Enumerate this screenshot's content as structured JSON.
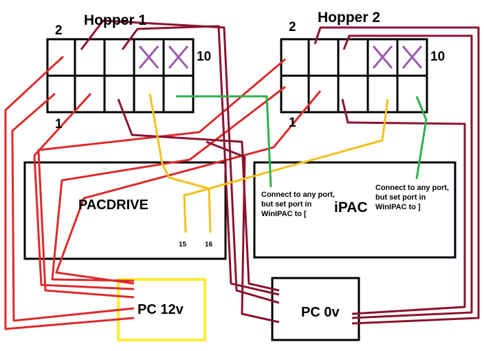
{
  "hopper1": {
    "title": "Hopper 1",
    "pin_top": "2",
    "pin_bottom": "1",
    "pin_end": "10"
  },
  "hopper2": {
    "title": "Hopper 2",
    "pin_top": "2",
    "pin_bottom": "1",
    "pin_end": "10"
  },
  "pacdrive": {
    "title": "PACDRIVE",
    "port_a": "15",
    "port_b": "16"
  },
  "ipac": {
    "title": "iPAC",
    "note_left": [
      "Connect to any port,",
      "but set port in",
      "WinIPAC to ["
    ],
    "note_right": [
      "Connect to any port,",
      "but set port in",
      "WinIPAC to ]"
    ]
  },
  "pc12v": {
    "label": "PC 12v"
  },
  "pc0v": {
    "label": "PC 0v"
  },
  "colors": {
    "wire_12v": "#dd2a2a",
    "wire_0v": "#8a1230",
    "wire_yellow": "#f2c01c",
    "wire_green": "#2db04a",
    "box_yellow": "#ffec33",
    "cross": "#9b5aae",
    "outline": "#000000"
  }
}
